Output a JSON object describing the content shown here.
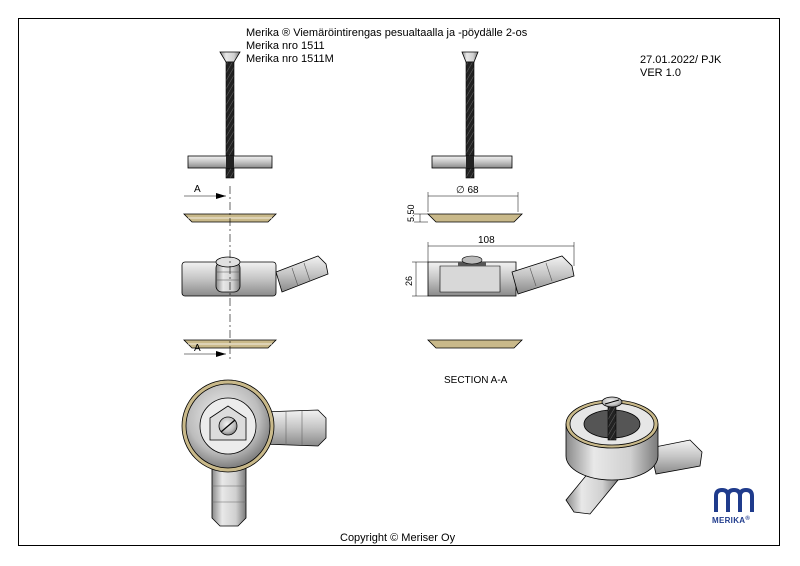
{
  "title": {
    "line1": "Merika ® Viemäröintirengas pesualtaalla ja -pöydälle 2-os",
    "line2": "Merika nro 1511",
    "line3": "Merika nro 1511M"
  },
  "revision": {
    "date": "27.01.2022/ PJK",
    "version": "VER 1.0"
  },
  "copyright": "Copyright © Meriser Oy",
  "section_label": "SECTION A-A",
  "section_markers": [
    "A",
    "A"
  ],
  "dimensions": {
    "diameter": "∅ 68",
    "thickness": "5.50",
    "length": "108",
    "height": "26"
  },
  "logo": {
    "text": "MERIKA",
    "registered": "®",
    "color": "#1f3b8c"
  },
  "colors": {
    "line": "#000000",
    "metal": "#c8c8c8",
    "gasket": "#c9b98a"
  }
}
